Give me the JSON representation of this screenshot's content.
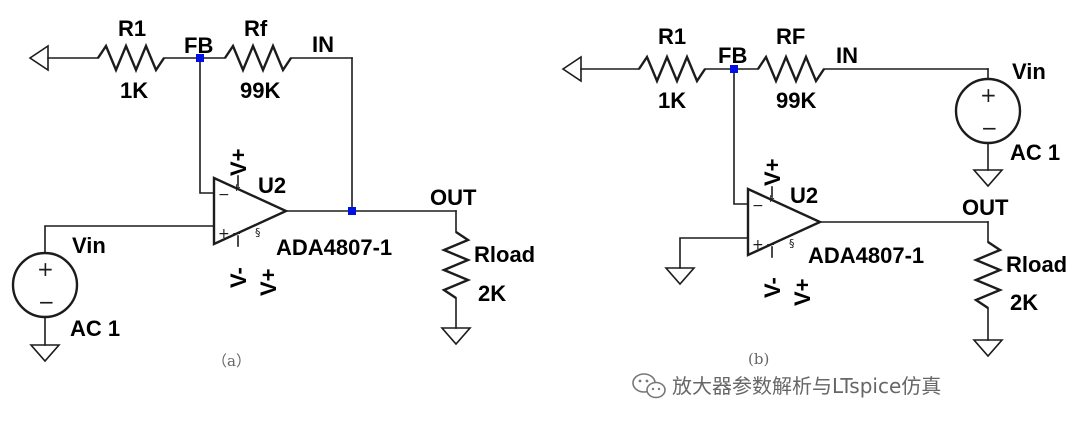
{
  "circuit_a": {
    "r1_name": "R1",
    "r1_value": "1K",
    "fb_label": "FB",
    "rf_name": "Rf",
    "rf_value": "99K",
    "in_label": "IN",
    "supply_pos_top": "V+",
    "opamp_name": "U2",
    "opamp_part": "ADA4807-1",
    "supply_neg": "V-",
    "supply_pos_bottom": "V+",
    "out_label": "OUT",
    "load_name": "Rload",
    "load_value": "2K",
    "source_name": "Vin",
    "source_value": "AC 1",
    "caption": "（a）"
  },
  "circuit_b": {
    "r1_name": "R1",
    "r1_value": "1K",
    "fb_label": "FB",
    "rf_name": "RF",
    "rf_value": "99K",
    "in_label": "IN",
    "source_name": "Vin",
    "source_value": "AC 1",
    "supply_pos_top": "V+",
    "opamp_name": "U2",
    "opamp_part": "ADA4807-1",
    "supply_neg": "V-",
    "supply_pos_bottom": "V+",
    "out_label": "OUT",
    "load_name": "Rload",
    "load_value": "2K",
    "caption": "(b)"
  },
  "watermark": {
    "text": "放大器参数解析与LTspice仿真",
    "icon": "wechat-icon"
  },
  "colors": {
    "wire": "#1c1c1c",
    "node": "#0010e0",
    "caption": "#666666"
  }
}
